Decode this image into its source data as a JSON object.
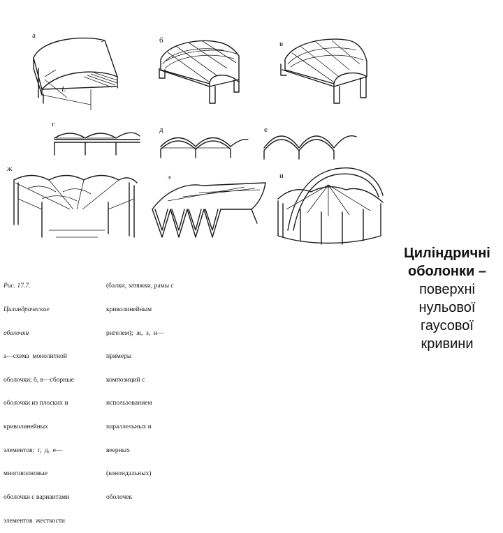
{
  "figure": {
    "labels": {
      "a": "а",
      "b": "б",
      "v": "в",
      "g": "г",
      "d": "д",
      "e": "е",
      "zh": "ж",
      "z": "з",
      "i": "и",
      "dim": "L"
    },
    "caption_left": {
      "lines": [
        "Рис. 17.7.",
        "Цилиндрические",
        "оболочки",
        "а—схема  монолитной",
        "оболочки; б, в—сборные",
        "оболочки из плоских и",
        "криволинейных",
        "элементов;  г,  д,  е—",
        "многоволновые",
        "оболочки с вариантами",
        "элементов  жесткости"
      ]
    },
    "caption_right": {
      "lines": [
        "(балки, затяжки, рамы с",
        "криволинейным",
        "ригелем);  ж,  з,  и—",
        "примеры",
        "композиций с",
        "использованием",
        "параллельных и",
        "веерных",
        "(коноидальных)",
        "оболочек"
      ]
    }
  },
  "side_text": {
    "line1": "Циліндричні",
    "line2": "оболонки –",
    "line3": "поверхні",
    "line4": "нульової",
    "line5": "гаусової",
    "line6": "кривини"
  }
}
